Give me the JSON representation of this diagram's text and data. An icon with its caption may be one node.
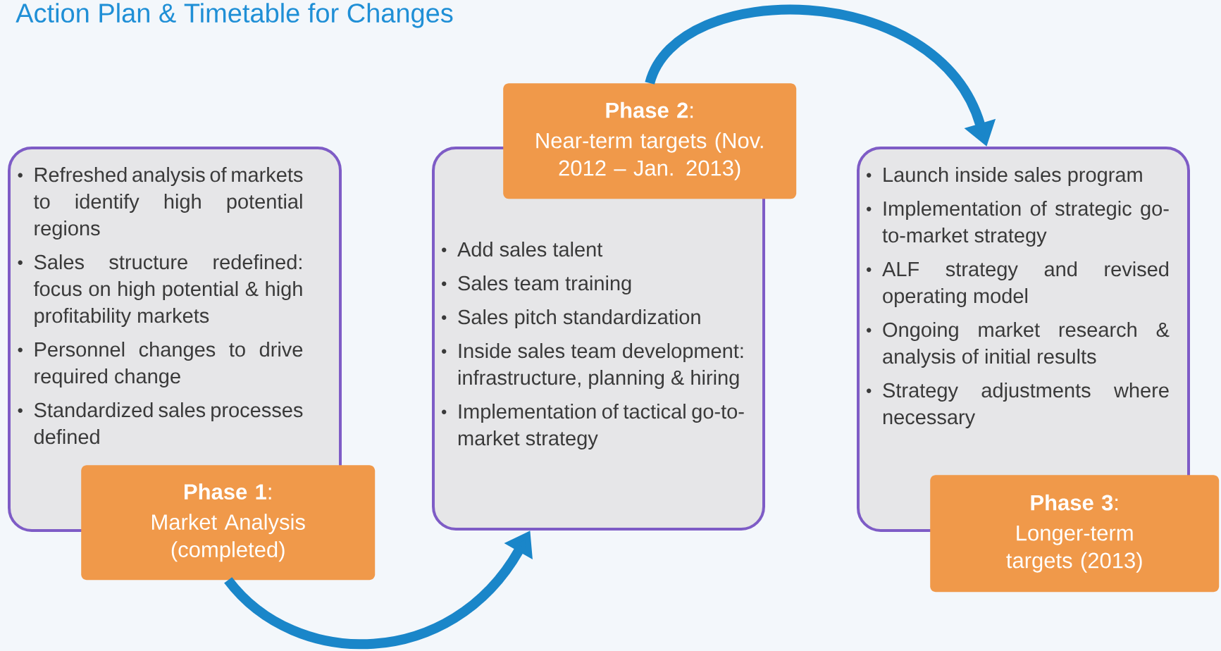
{
  "diagram": {
    "title": "Action Plan & Timetable for Changes",
    "nodes": [
      {
        "text": [
          "Refreshed analysis of markets to identify high potential regions",
          "Sales structure redefined: focus on high potential & high profitability markets",
          "Personnel changes to drive required change",
          "Standardized sales processes defined"
        ]
      },
      {
        "text": [
          "**Phase 1**:",
          "Market Analysis (completed)"
        ]
      },
      {
        "text": [
          "Add sales talent",
          "Sales team training",
          "Sales pitch standardization",
          "Inside sales team development: infrastructure, planning & hiring",
          "Implementation of tactical go-to-market strategy"
        ]
      },
      {
        "text": [
          "**Phase 2**:",
          "Near-term targets (Nov. 2012 – Jan. 2013)"
        ]
      },
      {
        "text": [
          "Launch inside sales program",
          "Implementation of strategic go-to-market strategy",
          "ALF strategy and revised operating model",
          "Ongoing market research & analysis of initial results",
          "Strategy adjustments where necessary"
        ]
      },
      {
        "text": [
          "**Phase 3**:",
          "Longer-term targets (2013)"
        ]
      }
    ],
    "edges": [
      {
        "from": 1,
        "to": 2,
        "arrow": "to"
      },
      {
        "from": 3,
        "to": 4,
        "arrow": "to"
      }
    ]
  }
}
